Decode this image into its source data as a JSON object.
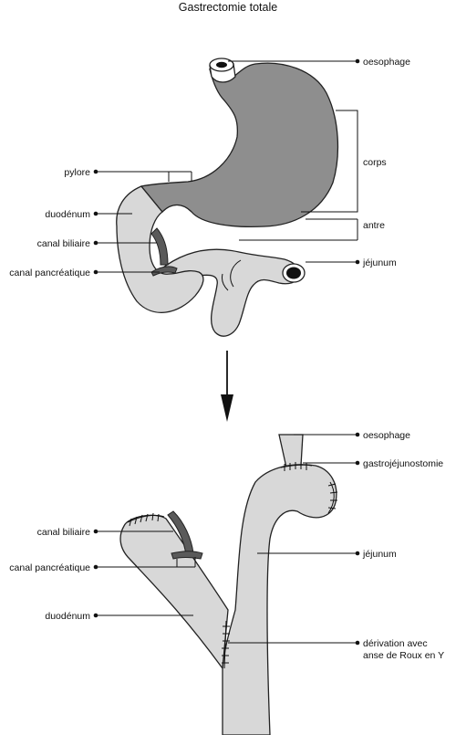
{
  "title": "Gastrectomie totale",
  "before": {
    "labels": {
      "oesophage": "oesophage",
      "pylore": "pylore",
      "corps": "corps",
      "duodenum": "duodénum",
      "antre": "antre",
      "canal_biliaire": "canal biliaire",
      "jejunum": "jéjunum",
      "canal_pancreatique": "canal pancréatique"
    }
  },
  "after": {
    "labels": {
      "oesophage": "oesophage",
      "gastrojejunostomie": "gastrojéjunostomie",
      "canal_biliaire": "canal biliaire",
      "jejunum": "jéjunum",
      "canal_pancreatique": "canal pancréatique",
      "duodenum": "duodénum",
      "derivation_line1": "dérivation avec",
      "derivation_line2": "anse de Roux en Y"
    }
  },
  "colors": {
    "stomach": "#8e8e8e",
    "intestine": "#d8d8d8",
    "duct": "#5a5a5a"
  }
}
